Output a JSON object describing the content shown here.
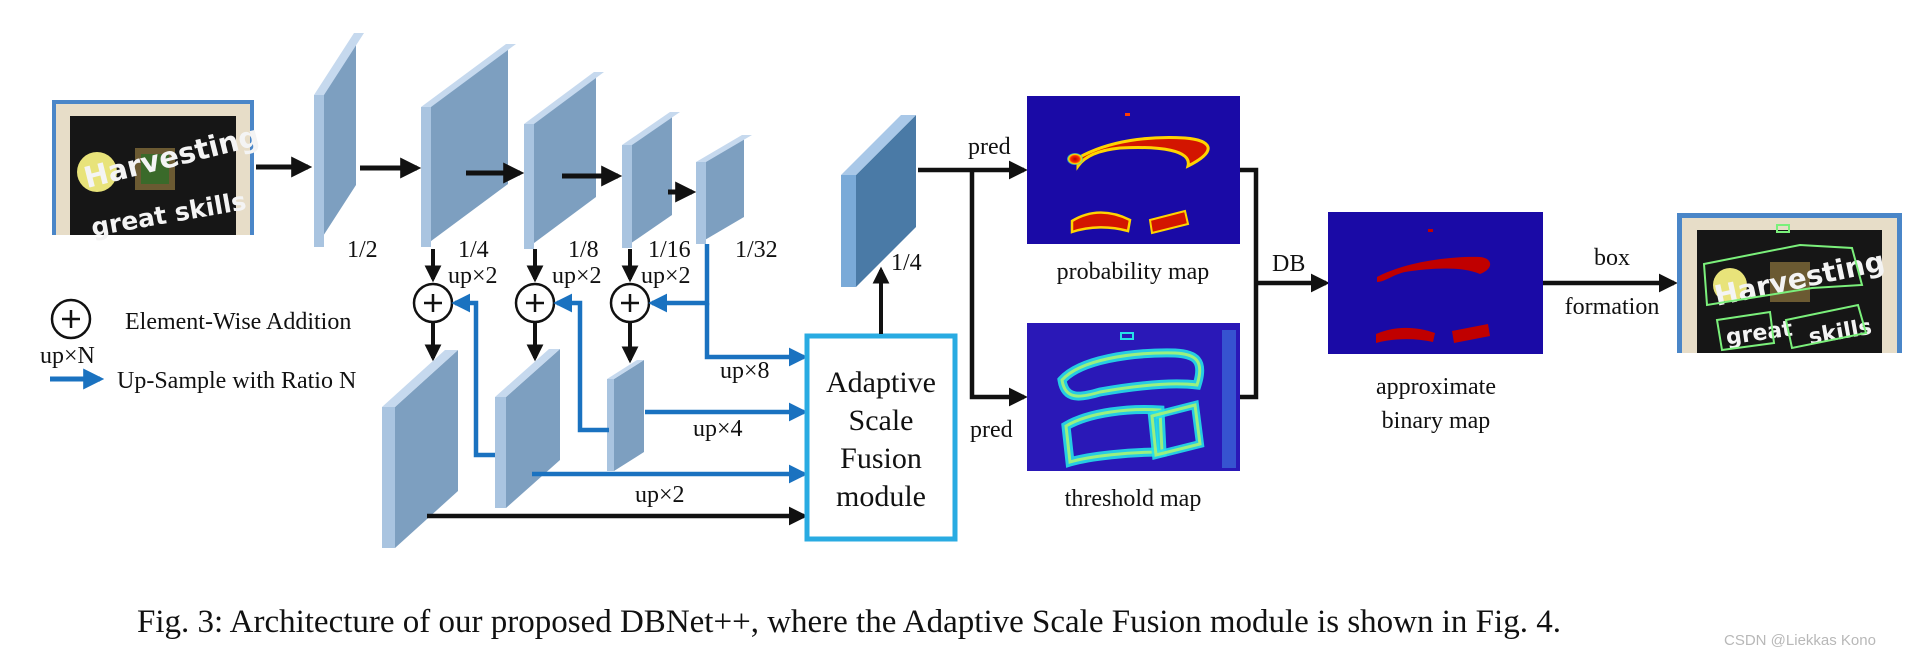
{
  "backbone": {
    "scales": [
      "1/2",
      "1/4",
      "1/8",
      "1/16",
      "1/32"
    ],
    "upsample_labels": [
      "up×2",
      "up×2",
      "up×2"
    ]
  },
  "legend": {
    "addition_label": "Element-Wise Addition",
    "upsample_symbol": "up×N",
    "upsample_label": "Up-Sample with Ratio N"
  },
  "fusion": {
    "inputs": [
      "up×8",
      "up×4",
      "up×2"
    ],
    "module_lines": [
      "Adaptive",
      "Scale",
      "Fusion",
      "module"
    ],
    "output_scale": "1/4"
  },
  "heads": {
    "pred_top": "pred",
    "pred_bottom": "pred",
    "probability_map": "probability map",
    "threshold_map": "threshold map",
    "db_label": "DB",
    "binary_map_lines": [
      "approximate",
      "binary map"
    ],
    "box_label_lines": [
      "box",
      "formation"
    ]
  },
  "input_image": {
    "text_lines": [
      "Harvesting",
      "great skills"
    ]
  },
  "output_image": {
    "text_lines": [
      "Harvesting",
      "great",
      "skills"
    ]
  },
  "caption": "Fig. 3: Architecture of our proposed DBNet++, where the Adaptive Scale Fusion module is shown in Fig. 4.",
  "watermark": "CSDN @Liekkas Kono",
  "colors": {
    "block_front": "#a9c4e0",
    "block_side": "#7d9fc0",
    "block_top": "#c6d9ee",
    "blue_arrow": "#1a72c0",
    "asf_border": "#29abe2",
    "map_bg": "#1a0aa6"
  }
}
